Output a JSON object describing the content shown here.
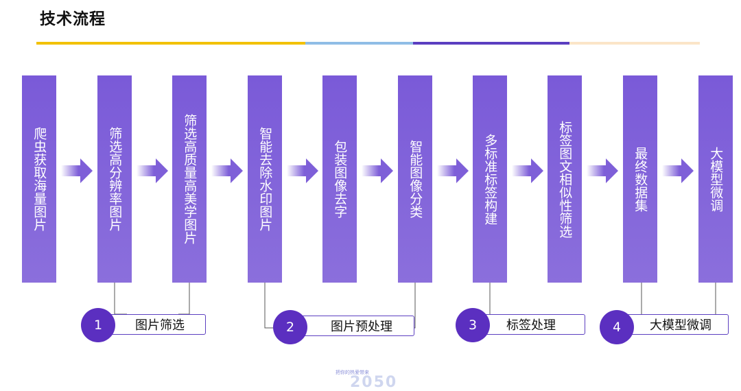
{
  "title": "技术流程",
  "colors": {
    "accent_corner": "#f07a1e",
    "box_top": "#7a5ad8",
    "box_bottom": "#8b6fdc",
    "arrow": "#7e5fd8",
    "stage_circle": "#5b2fc0",
    "rule_segments": [
      "#f2c100",
      "#8fbde6",
      "#5b3ec0",
      "#fbe5c8"
    ]
  },
  "steps": [
    {
      "label": "爬虫获取海量图片"
    },
    {
      "label": "筛选高分辨率图片"
    },
    {
      "label": "筛选高质量高美学图片"
    },
    {
      "label": "智能去除水印图片"
    },
    {
      "label": "包装图像去字"
    },
    {
      "label": "智能图像分类"
    },
    {
      "label": "多标准标签构建"
    },
    {
      "label": "标签图文相似性筛选"
    },
    {
      "label": "最终数据集"
    },
    {
      "label": "大模型微调"
    }
  ],
  "stages": [
    {
      "number": "1",
      "label": "图片筛选",
      "steps": [
        1,
        2
      ]
    },
    {
      "number": "2",
      "label": "图片预处理",
      "steps": [
        3,
        5
      ]
    },
    {
      "number": "3",
      "label": "标签处理",
      "steps": [
        6,
        6
      ]
    },
    {
      "number": "4",
      "label": "大模型微调",
      "steps": [
        8,
        9
      ]
    }
  ],
  "footer_logo": {
    "small_text": "把你的热爱带来",
    "big_text": "2050"
  }
}
